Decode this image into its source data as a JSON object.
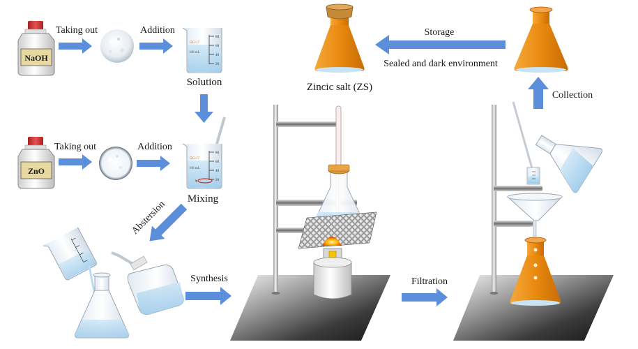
{
  "labels": {
    "taking_out_1": "Taking out",
    "addition_1": "Addition",
    "solution": "Solution",
    "taking_out_2": "Taking out",
    "addition_2": "Addition",
    "mixing": "Mixing",
    "abstersion": "Abstersion",
    "synthesis": "Synthesis",
    "filtration": "Filtration",
    "collection": "Collection",
    "storage": "Storage",
    "sealed": "Sealed and dark environment",
    "zincic_salt": "Zincic salt (ZS)"
  },
  "bottles": {
    "naoh": "NaOH",
    "zno": "ZnO"
  },
  "beaker": {
    "brand": "GG-17",
    "volume": "100 mL",
    "ticks": [
      "80",
      "60",
      "40",
      "20"
    ]
  },
  "colors": {
    "arrow": "#5b8fdb",
    "flask_orange": "#e8890c",
    "liquid_blue": "#b9dcf2",
    "bottle_cap": "#d63a3a"
  }
}
